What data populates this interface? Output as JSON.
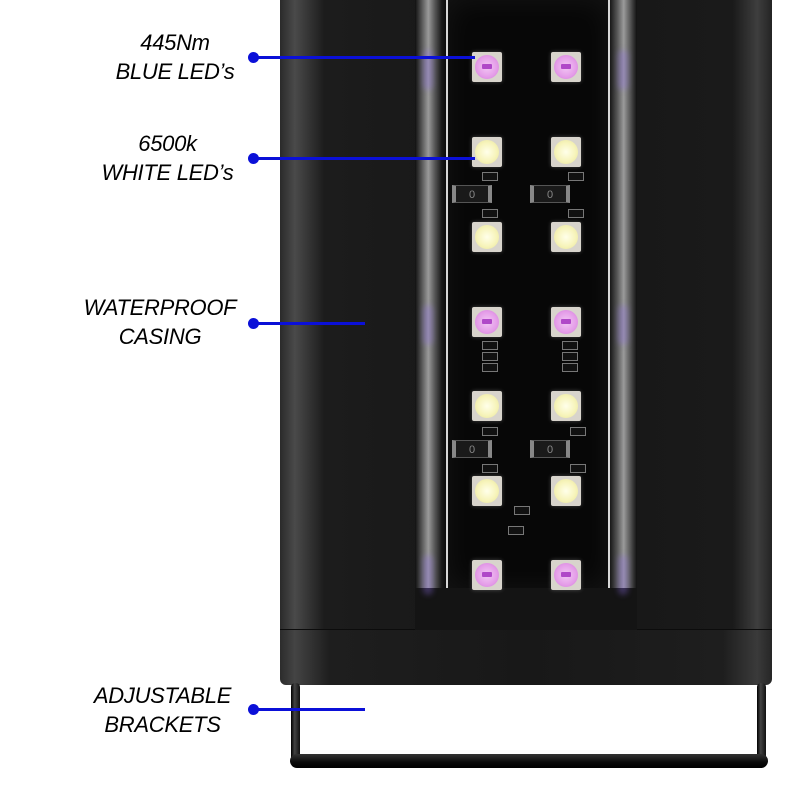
{
  "callouts": [
    {
      "line1": "445Nm",
      "line2": "BLUE LED’s"
    },
    {
      "line1": "6500k",
      "line2": "WHITE LED’s"
    },
    {
      "line1": "WATERPROOF",
      "line2": "CASING"
    },
    {
      "line1": "ADJUSTABLE",
      "line2": "BRACKETS"
    }
  ],
  "resistor_marking": "0",
  "colors": {
    "callout_line": "#0b10d8",
    "casing": "#161616",
    "blue_led": "#e49ce8",
    "white_led": "#f7f4bb"
  }
}
